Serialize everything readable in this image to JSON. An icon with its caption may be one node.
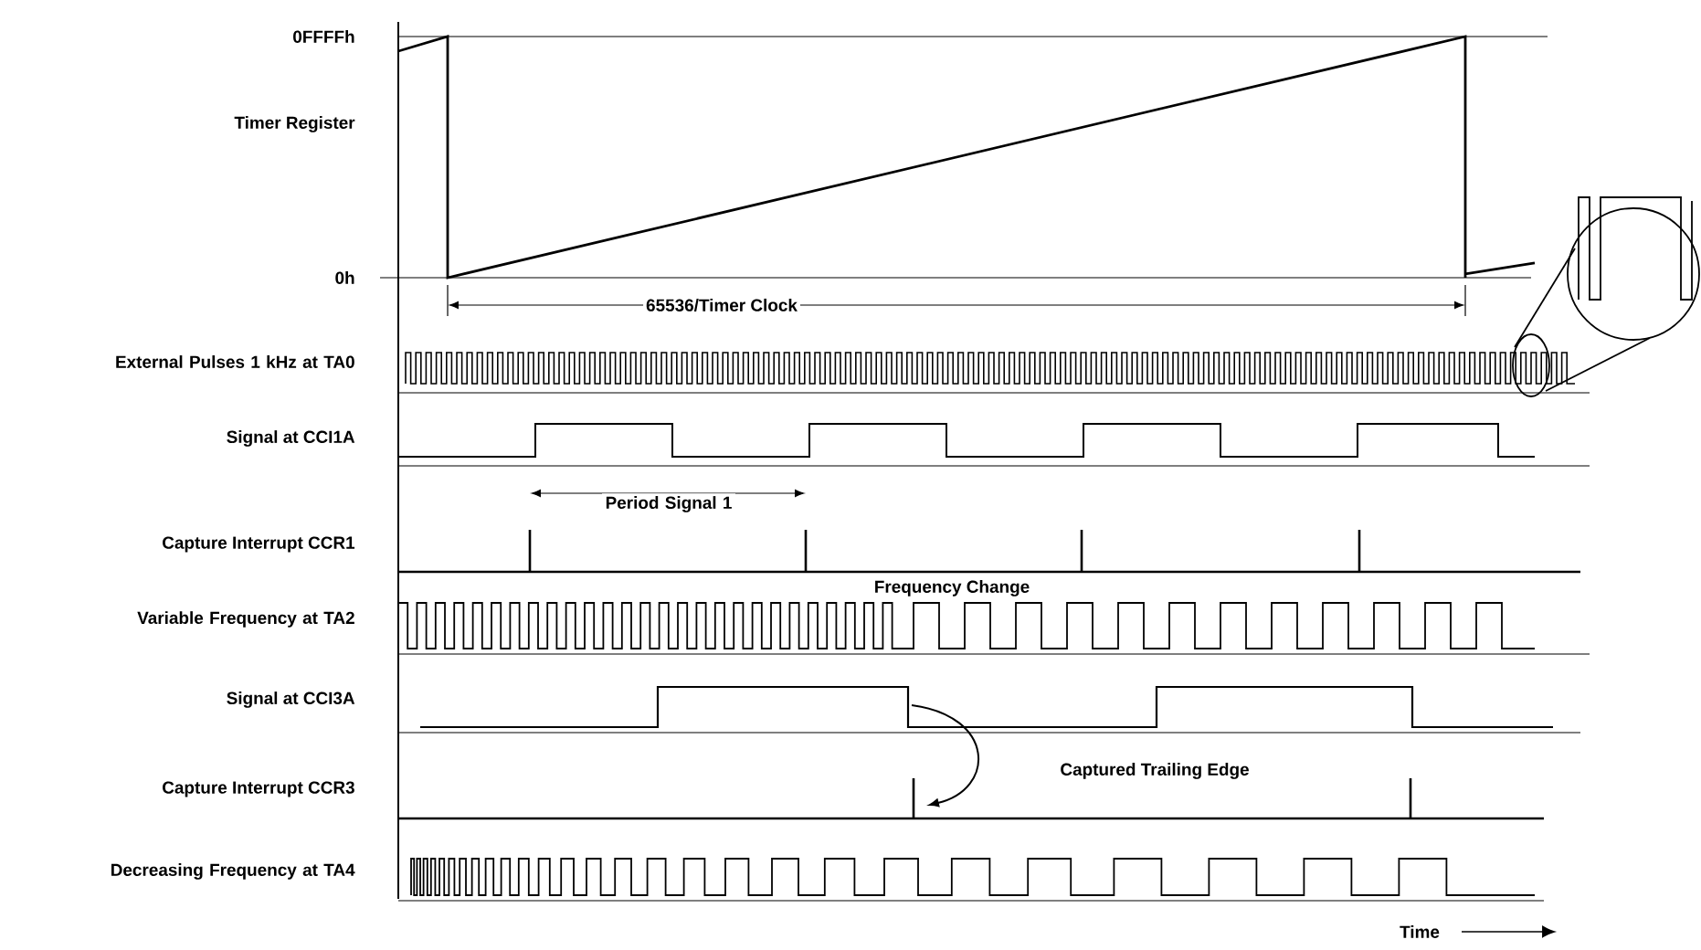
{
  "diagram": {
    "labels": [
      "0FFFFh",
      "Timer Register",
      "0h",
      "65536/Timer Clock",
      "External Pulses 1 kHz at TA0",
      "Signal at CCI1A",
      "Period Signal 1",
      "Capture Interrupt CCR1",
      "Variable Frequency at TA2",
      "Frequency Change",
      "Signal at CCI3A",
      "Captured Trailing Edge",
      "Capture Interrupt CCR3",
      "Decreasing Frequency at TA4",
      "Time"
    ]
  }
}
